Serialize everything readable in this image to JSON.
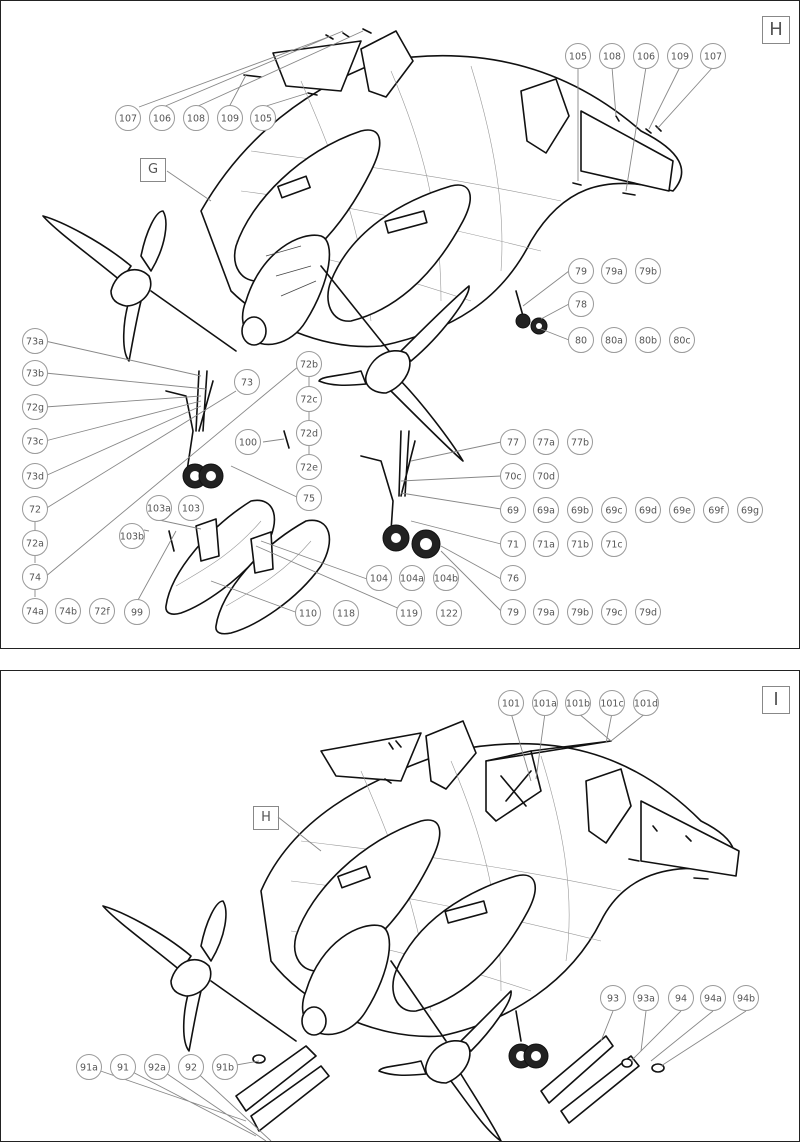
{
  "panel_h": {
    "letter": "H",
    "ref_box": "G",
    "callouts": [
      "107",
      "106",
      "108",
      "109",
      "105",
      "105",
      "108",
      "106",
      "109",
      "107",
      "79",
      "79a",
      "79b",
      "78",
      "80",
      "80a",
      "80b",
      "80c",
      "73a",
      "73b",
      "72g",
      "73c",
      "73d",
      "72",
      "72a",
      "74",
      "74a",
      "74b",
      "72f",
      "73",
      "72b",
      "72c",
      "72d",
      "72e",
      "100",
      "75",
      "103a",
      "103",
      "103b",
      "99",
      "77",
      "77a",
      "77b",
      "70c",
      "70d",
      "69",
      "69a",
      "69b",
      "69c",
      "69d",
      "69e",
      "69f",
      "69g",
      "71",
      "71a",
      "71b",
      "71c",
      "76",
      "104",
      "104a",
      "104b",
      "110",
      "118",
      "119",
      "122",
      "79",
      "79a",
      "79b",
      "79c",
      "79d"
    ]
  },
  "panel_i": {
    "letter": "I",
    "ref_box": "H",
    "callouts": [
      "101",
      "101a",
      "101b",
      "101c",
      "101d",
      "93",
      "93a",
      "94",
      "94a",
      "94b",
      "91a",
      "91",
      "92a",
      "92",
      "91b"
    ]
  }
}
